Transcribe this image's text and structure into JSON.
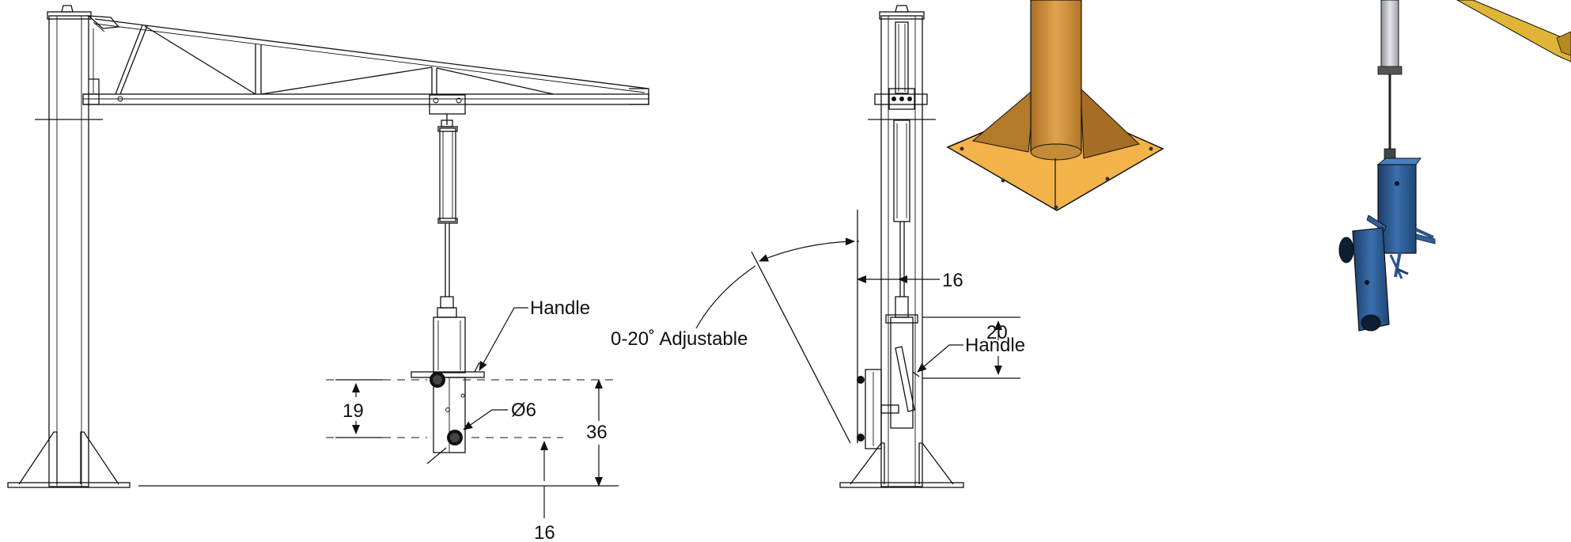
{
  "annotations": {
    "handle_side": "Handle",
    "height_a": "19",
    "diameter": "Ø6",
    "height_b": "36",
    "floor_clearance": "16",
    "angle_range": "0-20˚ Adjustable",
    "offset": "16",
    "height_c": "20",
    "handle_front": "Handle"
  },
  "colors": {
    "base_plate": "#f4b24a",
    "column": "#c98c36",
    "rail": "#e0b437",
    "clamp_blue": "#27538a",
    "cylinder_gray": "#b9bcc0"
  }
}
